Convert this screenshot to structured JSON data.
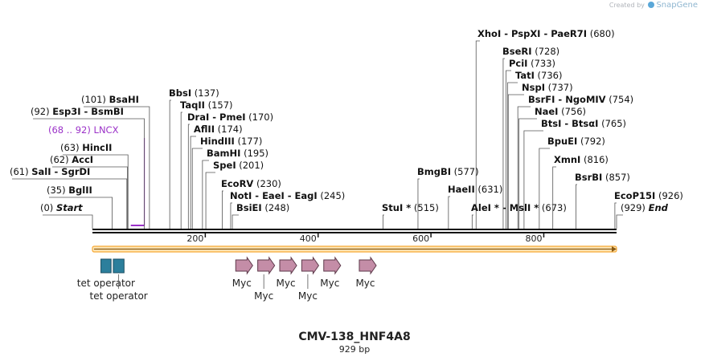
{
  "credit": {
    "prefix": "Created by",
    "brand": "SnapGene"
  },
  "map": {
    "name": "CMV-138_HNF4A8",
    "length_label": "929 bp",
    "length": 929,
    "colors": {
      "backbone": "#111111",
      "feature_arrow_fill": "#f7a935",
      "tet_operator": "#2c7f9c",
      "myc": "#c48da7",
      "lncx": "#9b32c8",
      "leader": "#555555"
    },
    "ticks": [
      {
        "pos": 200,
        "label": "200"
      },
      {
        "pos": 400,
        "label": "400"
      },
      {
        "pos": 600,
        "label": "600"
      },
      {
        "pos": 800,
        "label": "800"
      }
    ],
    "sites": [
      {
        "name": "Start",
        "pos": "(0)",
        "style": "endpoint",
        "bp": 0
      },
      {
        "name": "BglII",
        "pos": "(35)",
        "bp": 35
      },
      {
        "name": "SalI  -  SgrDI",
        "pos": "(61)",
        "bp": 61
      },
      {
        "name": "AccI",
        "pos": "(62)",
        "bp": 62
      },
      {
        "name": "HincII",
        "pos": "(63)",
        "bp": 63
      },
      {
        "name": "LNCX",
        "pos": "(68 .. 92)",
        "style": "feature",
        "bp": 68,
        "bp_end": 92
      },
      {
        "name": "Esp3I  -  BsmBI",
        "pos": "(92)",
        "bp": 92
      },
      {
        "name": "BsaHI",
        "pos": "(101)",
        "bp": 101
      },
      {
        "name": "BbsI",
        "pos": "(137)",
        "bp": 137
      },
      {
        "name": "TaqII",
        "pos": "(157)",
        "bp": 157
      },
      {
        "name": "DraI  -  PmeI",
        "pos": "(170)",
        "bp": 170
      },
      {
        "name": "AflII",
        "pos": "(174)",
        "bp": 174
      },
      {
        "name": "HindIII",
        "pos": "(177)",
        "bp": 177
      },
      {
        "name": "BamHI",
        "pos": "(195)",
        "bp": 195
      },
      {
        "name": "SpeI",
        "pos": "(201)",
        "bp": 201
      },
      {
        "name": "EcoRV",
        "pos": "(230)",
        "bp": 230
      },
      {
        "name": "NotI  -  EaeI  -  EagI",
        "pos": "(245)",
        "bp": 245
      },
      {
        "name": "BsiEI",
        "pos": "(248)",
        "bp": 248
      },
      {
        "name": "StuI *",
        "pos": "(515)",
        "bp": 515
      },
      {
        "name": "BmgBI",
        "pos": "(577)",
        "bp": 577
      },
      {
        "name": "XhoI  -  PspXI  -  PaeR7I",
        "pos": "(680)",
        "bp": 680
      },
      {
        "name": "HaeII",
        "pos": "(631)",
        "bp": 631
      },
      {
        "name": "AleI *  -  MslI *",
        "pos": "(673)",
        "bp": 673
      },
      {
        "name": "BseRI",
        "pos": "(728)",
        "bp": 728
      },
      {
        "name": "PciI",
        "pos": "(733)",
        "bp": 733
      },
      {
        "name": "TatI",
        "pos": "(736)",
        "bp": 736
      },
      {
        "name": "NspI",
        "pos": "(737)",
        "bp": 737
      },
      {
        "name": "BsrFI  -  NgoMIV",
        "pos": "(754)",
        "bp": 754
      },
      {
        "name": "NaeI",
        "pos": "(756)",
        "bp": 756
      },
      {
        "name": "BtsI  -  BtsαI",
        "pos": "(765)",
        "bp": 765
      },
      {
        "name": "BpuEI",
        "pos": "(792)",
        "bp": 792
      },
      {
        "name": "XmnI",
        "pos": "(816)",
        "bp": 816
      },
      {
        "name": "BsrBI",
        "pos": "(857)",
        "bp": 857
      },
      {
        "name": "EcoP15I",
        "pos": "(926)",
        "bp": 926
      },
      {
        "name": "End",
        "pos": "(929)",
        "style": "endpoint",
        "bp": 929
      }
    ],
    "features": [
      {
        "name": "tet operator",
        "type": "tet",
        "bp_start": 15,
        "bp_end": 33
      },
      {
        "name": "tet operator",
        "type": "tet",
        "bp_start": 37,
        "bp_end": 56
      },
      {
        "name": "Myc",
        "type": "myc",
        "bp_start": 254,
        "bp_end": 284
      },
      {
        "name": "Myc",
        "type": "myc",
        "bp_start": 293,
        "bp_end": 323
      },
      {
        "name": "Myc",
        "type": "myc",
        "bp_start": 332,
        "bp_end": 362
      },
      {
        "name": "Myc",
        "type": "myc",
        "bp_start": 371,
        "bp_end": 401
      },
      {
        "name": "Myc",
        "type": "myc",
        "bp_start": 410,
        "bp_end": 440
      },
      {
        "name": "Myc",
        "type": "myc",
        "bp_start": 473,
        "bp_end": 503
      }
    ]
  }
}
